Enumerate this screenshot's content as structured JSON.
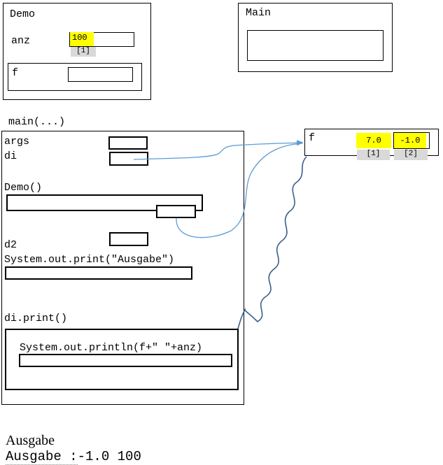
{
  "demo_class": {
    "title": "Demo",
    "anz_label": "anz",
    "anz_value": "100",
    "anz_index": "[1]",
    "f_label": "f"
  },
  "main_class": {
    "title": "Main"
  },
  "main_method": {
    "title": "main(...)",
    "args_label": "args",
    "di_label": "di",
    "demo_ctor_label": "Demo()",
    "d2_label": "d2",
    "print_label": "System.out.print(\"Ausgabe\")",
    "di_print_label": "di.print()",
    "println_label": "System.out.println(f+\" \"+anz)"
  },
  "f_array": {
    "label": "f",
    "cells": [
      {
        "value": "7.0",
        "index": "[1]"
      },
      {
        "value": "-1.0",
        "index": "[2]"
      }
    ]
  },
  "output": {
    "heading": "Ausgabe",
    "line_prefix": "Ausgabe :",
    "line_value": "-1.0 100"
  },
  "colors": {
    "highlight": "#ffff00",
    "index_bg": "#d9d9d9",
    "arrow_blue": "#5b9bd5",
    "wave_dark": "#3a5f8a"
  }
}
